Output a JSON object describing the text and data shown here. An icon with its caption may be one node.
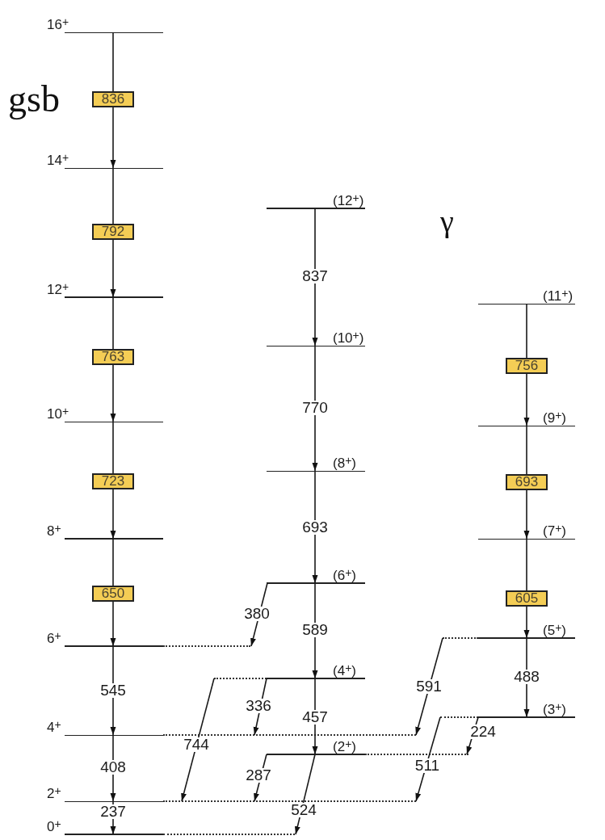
{
  "diagram": {
    "nodes": [
      {
        "text": [
          "16$^{+}$"
        ]
      },
      {
        "text": [
          "836"
        ]
      },
      {
        "text": [
          "14$^{+}$"
        ]
      },
      {
        "text": [
          "792"
        ]
      },
      {
        "text": [
          "12$^{+}$"
        ]
      },
      {
        "text": [
          "763"
        ]
      },
      {
        "text": [
          "10$^{+}$"
        ]
      },
      {
        "text": [
          "723"
        ]
      },
      {
        "text": [
          "8$^{+}$"
        ]
      },
      {
        "text": [
          "650"
        ]
      },
      {
        "text": [
          "6$^{+}$"
        ]
      },
      {
        "text": [
          "4$^{+}$"
        ]
      },
      {
        "text": [
          "2$^{+}$"
        ]
      },
      {
        "text": [
          "0$^{+}$"
        ]
      },
      {
        "text": [
          "(12$^{+}$)"
        ]
      },
      {
        "text": [
          "(10$^{+}$)"
        ]
      },
      {
        "text": [
          "(8$^{+}$)"
        ]
      },
      {
        "text": [
          "(6$^{+}$)"
        ]
      },
      {
        "text": [
          "(4$^{+}$)"
        ]
      },
      {
        "text": [
          "(2$^{+}$)"
        ]
      },
      {
        "text": [
          "(11$^{+}$)"
        ]
      },
      {
        "text": [
          "756"
        ]
      },
      {
        "text": [
          "(9$^{+}$)"
        ]
      },
      {
        "text": [
          "693"
        ]
      },
      {
        "text": [
          "(7$^{+}$)"
        ]
      },
      {
        "text": [
          "605"
        ]
      },
      {
        "text": [
          "(5$^{+}$)"
        ]
      },
      {
        "text": [
          "(3$^{+}$)"
        ]
      }
    ],
    "edges": [
      {
        "from": 0,
        "to": 1,
        "arrow": "none"
      },
      {
        "from": 1,
        "to": 2,
        "arrow": "to"
      },
      {
        "from": 2,
        "to": 3,
        "arrow": "none"
      },
      {
        "from": 3,
        "to": 4,
        "arrow": "to"
      },
      {
        "from": 4,
        "to": 5,
        "arrow": "none"
      },
      {
        "from": 5,
        "to": 6,
        "arrow": "to"
      },
      {
        "from": 6,
        "to": 7,
        "arrow": "none"
      },
      {
        "from": 7,
        "to": 8,
        "arrow": "to"
      },
      {
        "from": 8,
        "to": 9,
        "arrow": "none"
      },
      {
        "from": 9,
        "to": 10,
        "arrow": "to"
      },
      {
        "from": 10,
        "to": 11,
        "arrow": "to",
        "label": "545"
      },
      {
        "from": 11,
        "to": 12,
        "arrow": "to",
        "label": "408"
      },
      {
        "from": 12,
        "to": 13,
        "arrow": "to",
        "label": "237"
      },
      {
        "from": 14,
        "to": 15,
        "arrow": "to",
        "label": "837"
      },
      {
        "from": 15,
        "to": 16,
        "arrow": "to",
        "label": "770"
      },
      {
        "from": 16,
        "to": 17,
        "arrow": "to",
        "label": "693"
      },
      {
        "from": 17,
        "to": 18,
        "arrow": "to",
        "label": "589"
      },
      {
        "from": 18,
        "to": 19,
        "arrow": "to",
        "label": "457"
      },
      {
        "from": 17,
        "to": 10,
        "arrow": "to",
        "label": "380"
      },
      {
        "from": 18,
        "to": 12,
        "arrow": "to",
        "label": "744"
      },
      {
        "from": 18,
        "to": 11,
        "arrow": "to",
        "label": "336"
      },
      {
        "from": 19,
        "to": 12,
        "arrow": "to",
        "label": "287"
      },
      {
        "from": 19,
        "to": 13,
        "arrow": "to",
        "label": "524"
      },
      {
        "from": 20,
        "to": 21,
        "arrow": "none"
      },
      {
        "from": 21,
        "to": 22,
        "arrow": "to"
      },
      {
        "from": 22,
        "to": 23,
        "arrow": "none"
      },
      {
        "from": 23,
        "to": 24,
        "arrow": "to"
      },
      {
        "from": 24,
        "to": 25,
        "arrow": "none"
      },
      {
        "from": 25,
        "to": 26,
        "arrow": "to"
      },
      {
        "from": 26,
        "to": 27,
        "arrow": "to",
        "label": "488"
      },
      {
        "from": 26,
        "to": 11,
        "arrow": "to",
        "label": "591"
      },
      {
        "from": 27,
        "to": 19,
        "arrow": "to",
        "label": "224"
      },
      {
        "from": 27,
        "to": 12,
        "arrow": "to",
        "label": "511"
      }
    ],
    "labels": [
      "gsb",
      "γ"
    ]
  }
}
